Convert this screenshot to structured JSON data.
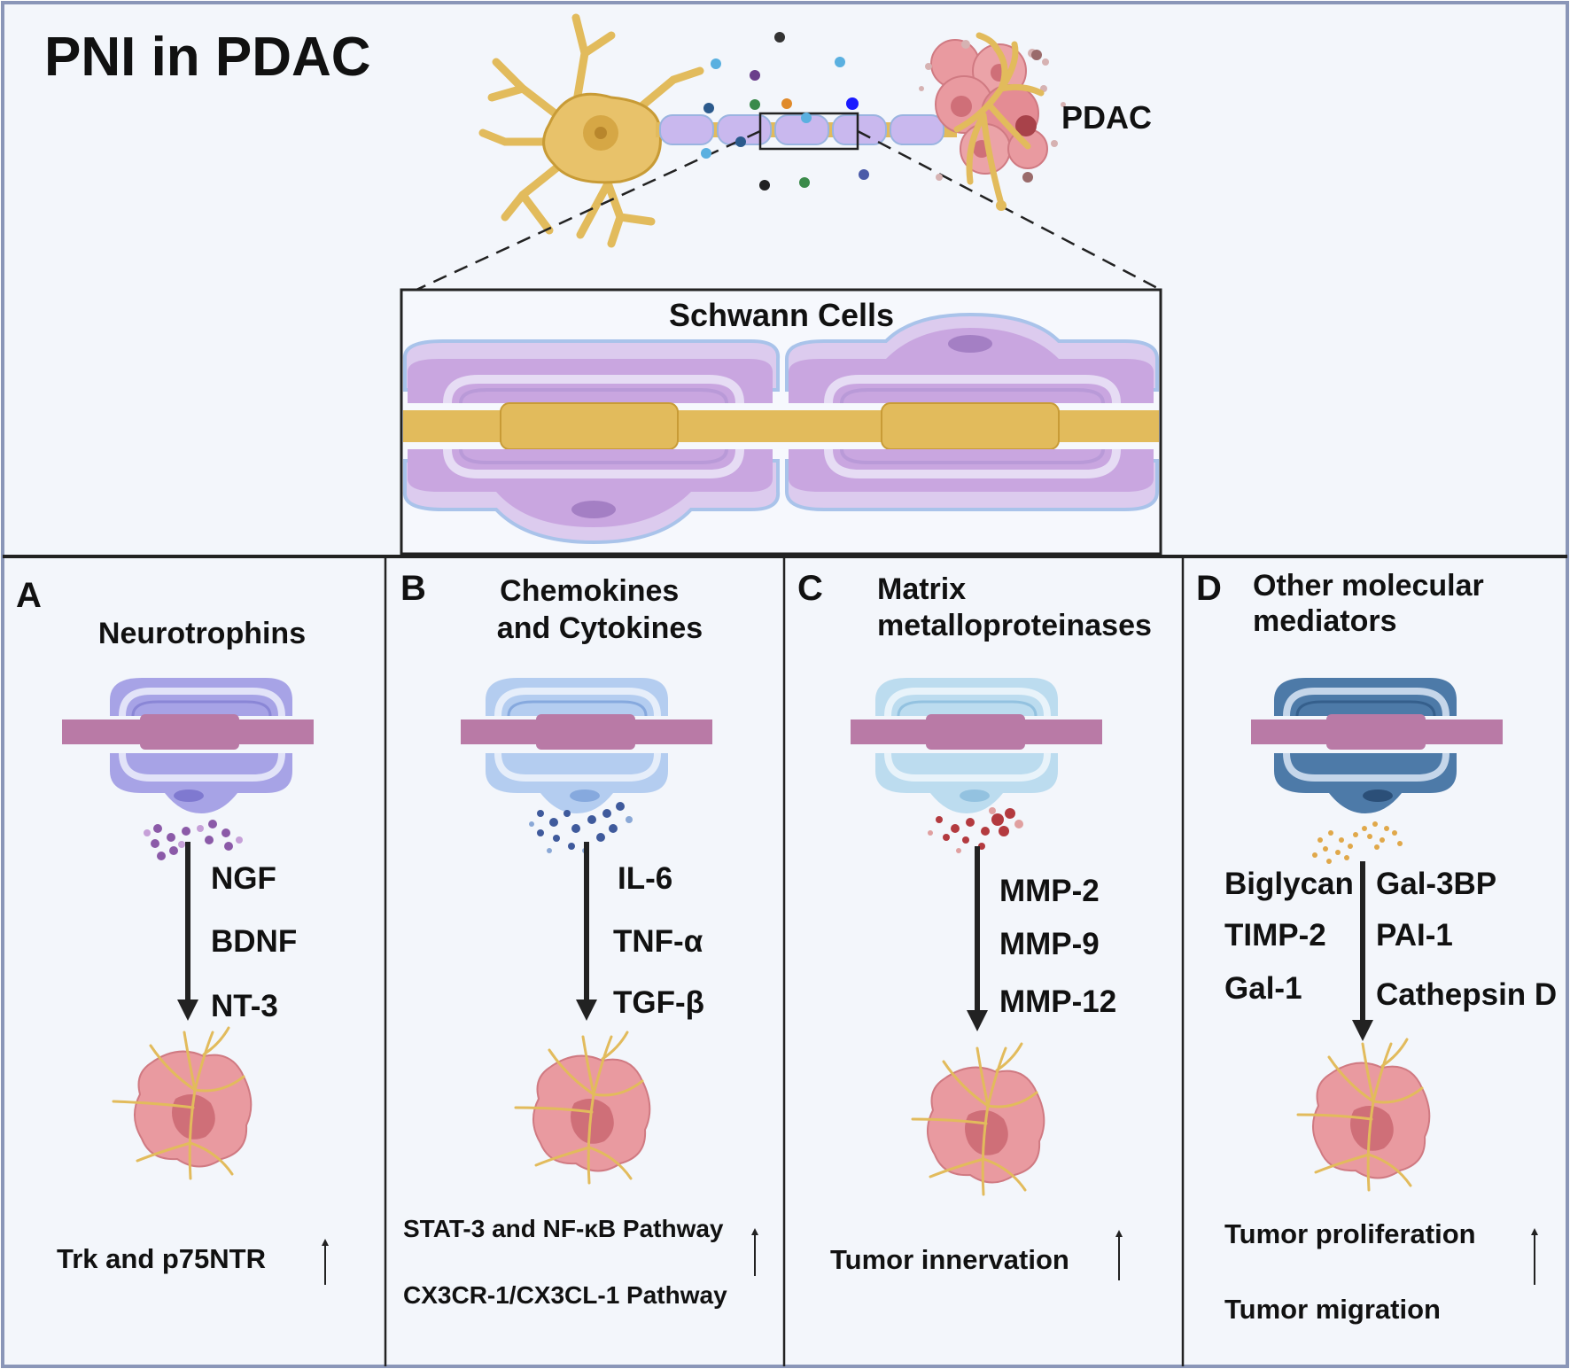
{
  "title": "PNI in PDAC",
  "top": {
    "tumor_label": "PDAC",
    "inset_label": "Schwann Cells"
  },
  "colors": {
    "background": "#f3f6fb",
    "frame": "#8a96b8",
    "axon": "#e2bb5c",
    "axon_outline": "#c89b36",
    "schwann": "#c9a6e0",
    "schwann_light": "#dccbee",
    "myelin_edge": "#a9c3ea",
    "tumor": "#e99aa0",
    "tumor_core": "#cf6f78",
    "nerve_bar": "#b97aa6"
  },
  "panels": [
    {
      "letter": "A",
      "heading": [
        "",
        "Neurotrophins"
      ],
      "mediators": [
        "NGF",
        "BDNF",
        "NT-3"
      ],
      "outcome": [
        "Trk and p75NTR"
      ],
      "cell_color": "#a7a3e6",
      "cell_dark": "#7f79d0",
      "particle_color": "#8b5aa8"
    },
    {
      "letter": "B",
      "heading": [
        "Chemokines",
        "and Cytokines"
      ],
      "mediators": [
        "IL-6",
        "TNF-α",
        "TGF-β"
      ],
      "outcome": [
        "STAT-3 and NF-κB Pathway",
        "CX3CR-1/CX3CL-1 Pathway"
      ],
      "cell_color": "#b4cdf0",
      "cell_dark": "#86a9de",
      "particle_color": "#3f5a9c"
    },
    {
      "letter": "C",
      "heading": [
        "Matrix",
        "metalloproteinases"
      ],
      "mediators": [
        "MMP-2",
        "MMP-9",
        "MMP-12"
      ],
      "outcome": [
        "Tumor innervation"
      ],
      "cell_color": "#bcdcef",
      "cell_dark": "#93c2e0",
      "particle_color": "#b33a3f"
    },
    {
      "letter": "D",
      "heading": [
        "Other molecular",
        "mediators"
      ],
      "mediators_left": [
        "Biglycan",
        "TIMP-2",
        "Gal-1"
      ],
      "mediators_right": [
        "Gal-3BP",
        "PAI-1",
        "Cathepsin D"
      ],
      "outcome": [
        "Tumor proliferation",
        "Tumor migration"
      ],
      "cell_color": "#4d7aa8",
      "cell_dark": "#355f8c",
      "particle_color": "#e0a84a"
    }
  ]
}
